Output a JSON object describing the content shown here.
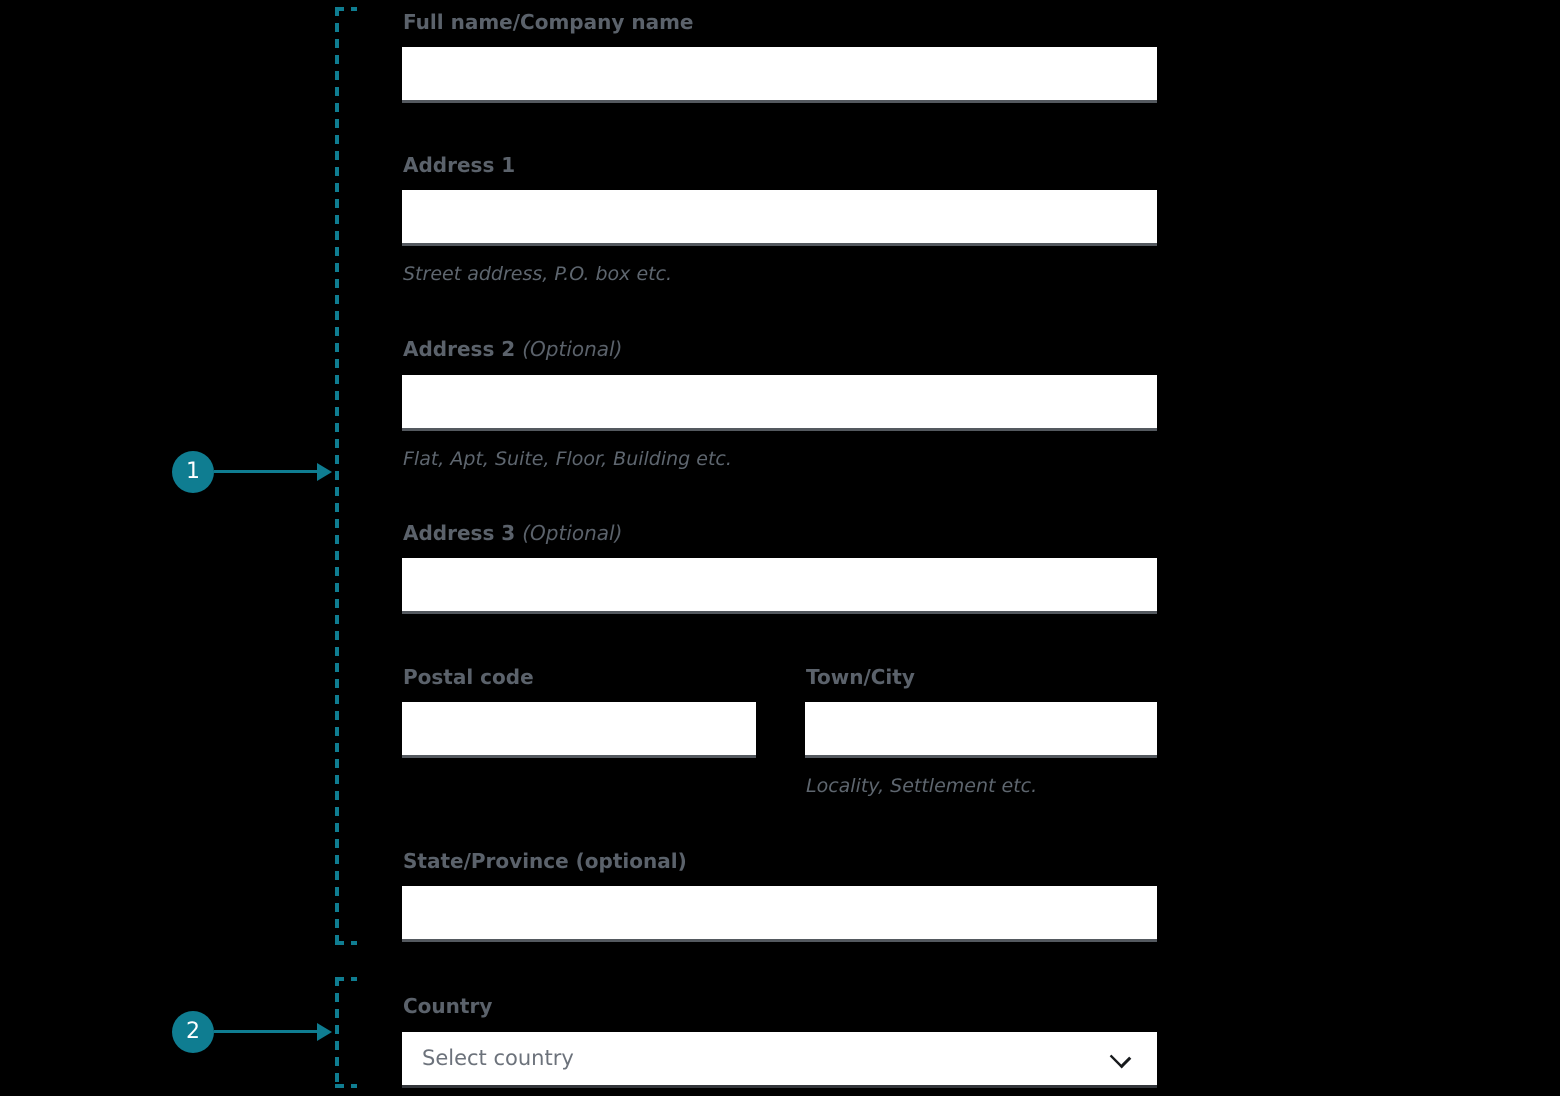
{
  "colors": {
    "background": "#000000",
    "accent_teal": "#0f7d91",
    "label_gray": "#5b626b",
    "helper_gray": "#5e666f",
    "input_underline": "#54595f",
    "input_background": "#ffffff",
    "chevron_dark": "#17191c"
  },
  "icons": {
    "country_dropdown": "chevron-down-icon"
  },
  "annotations": {
    "marker1": {
      "number": "1"
    },
    "marker2": {
      "number": "2"
    }
  },
  "form": {
    "full_name": {
      "label": "Full name/Company name",
      "value": ""
    },
    "address1": {
      "label": "Address 1",
      "helper": "Street address, P.O. box etc.",
      "value": ""
    },
    "address2": {
      "label": "Address 2",
      "suffix": "(Optional)",
      "helper": "Flat, Apt, Suite, Floor, Building etc.",
      "value": ""
    },
    "address3": {
      "label": "Address 3",
      "suffix": "(Optional)",
      "value": ""
    },
    "postal_code": {
      "label": "Postal code",
      "value": ""
    },
    "town_city": {
      "label": "Town/City",
      "helper": "Locality, Settlement etc.",
      "value": ""
    },
    "state_province": {
      "label": "State/Province (optional)",
      "value": ""
    },
    "country": {
      "label": "Country",
      "placeholder": "Select country"
    }
  }
}
